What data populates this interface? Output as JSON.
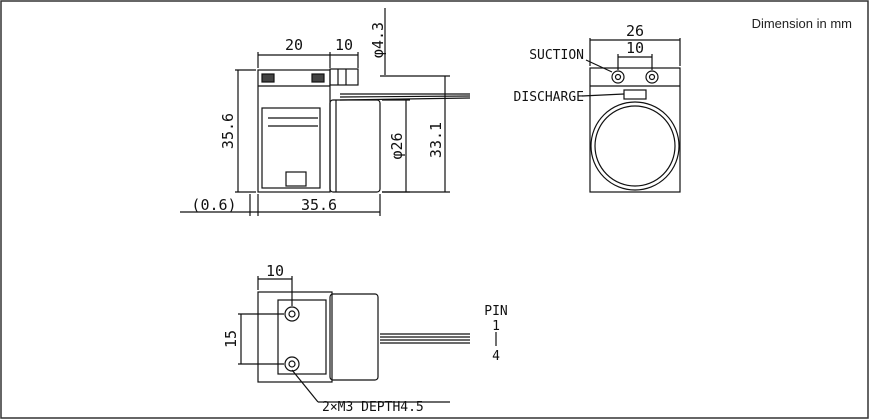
{
  "note": "Dimension in mm",
  "side_view": {
    "width_top_1": "20",
    "width_top_2": "10",
    "tube_dia": "φ4.3",
    "height_left": "35.6",
    "motor_dia": "φ26",
    "height_right": "33.1",
    "bottom_offset": "(0.6)",
    "bottom_width": "35.6"
  },
  "end_view": {
    "width_total": "26",
    "port_pitch": "10",
    "suction_label": "SUCTION",
    "discharge_label": "DISCHARGE"
  },
  "top_view": {
    "width": "10",
    "hole_pitch": "15",
    "pin_label": "PIN",
    "pin_first": "1",
    "pin_last": "4",
    "hole_note": "2×M3 DEPTH4.5"
  }
}
